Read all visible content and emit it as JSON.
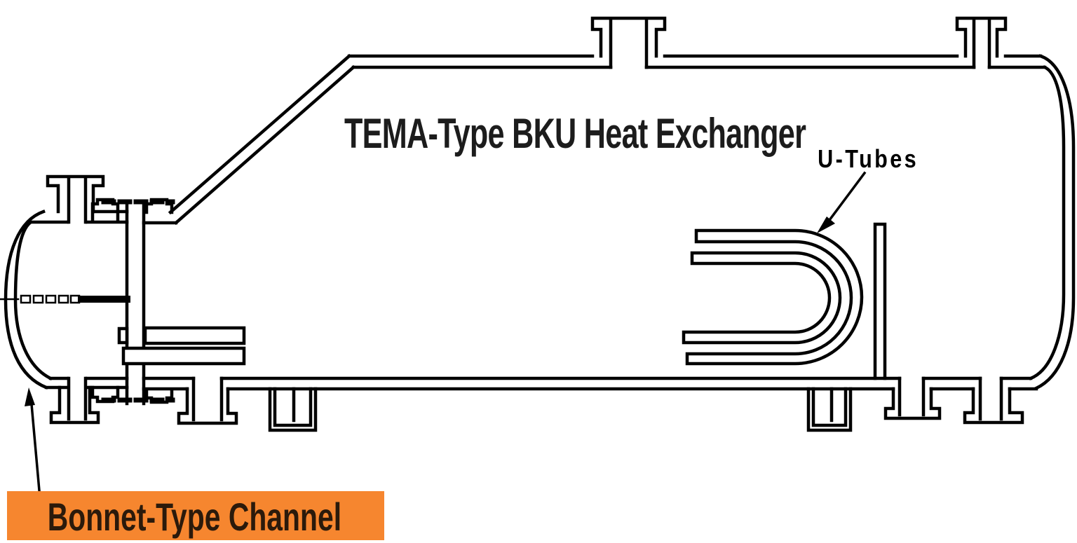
{
  "diagram": {
    "title": "TEMA-Type BKU Heat Exchanger",
    "title_color": "#1c1c1c",
    "line_color": "#000000",
    "background": "#ffffff",
    "u_tubes_label": "U-Tubes",
    "u_tubes_label_color": "#000000",
    "callout": {
      "text": "Bonnet-Type Channel",
      "bg": "#F6862F",
      "text_color": "#2B1A0B"
    }
  }
}
